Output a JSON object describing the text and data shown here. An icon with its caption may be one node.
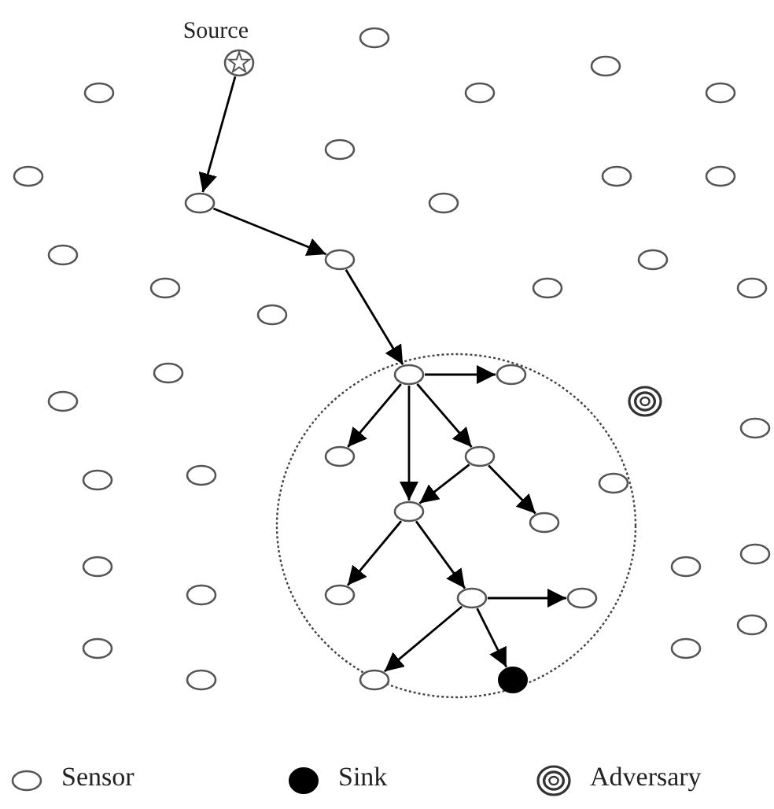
{
  "diagram": {
    "nodes": [
      {
        "text": [],
        "shape": "circle"
      },
      {
        "text": [],
        "shape": "star",
        "beside": [
          "Source"
        ]
      },
      {
        "text": [],
        "shape": "circle"
      },
      {
        "text": [],
        "shape": "circle"
      },
      {
        "text": [],
        "shape": "circle"
      },
      {
        "text": [],
        "shape": "circle"
      },
      {
        "text": [],
        "shape": "circle"
      },
      {
        "text": [],
        "shape": "circle"
      },
      {
        "text": [],
        "shape": "circle"
      },
      {
        "text": [],
        "shape": "circle"
      },
      {
        "text": [],
        "shape": "circle"
      },
      {
        "text": [],
        "shape": "circle"
      },
      {
        "text": [],
        "shape": "circle"
      },
      {
        "text": [],
        "shape": "circle"
      },
      {
        "text": [],
        "shape": "circle"
      },
      {
        "text": [],
        "shape": "circle"
      },
      {
        "text": [],
        "shape": "circle"
      },
      {
        "text": [],
        "shape": "circle"
      },
      {
        "text": [],
        "shape": "circle"
      },
      {
        "text": [],
        "shape": "circle"
      },
      {
        "text": [],
        "shape": "circle"
      },
      {
        "text": [],
        "shape": "circle"
      },
      {
        "text": [],
        "shape": "circle"
      },
      {
        "text": [],
        "shape": "ring"
      },
      {
        "text": [],
        "shape": "circle"
      },
      {
        "text": [],
        "shape": "circle"
      },
      {
        "text": [],
        "shape": "circle"
      },
      {
        "text": [],
        "shape": "circle"
      },
      {
        "text": [],
        "shape": "circle"
      },
      {
        "text": [],
        "shape": "circle"
      },
      {
        "text": [],
        "shape": "circle"
      },
      {
        "text": [],
        "shape": "circle"
      },
      {
        "text": [],
        "shape": "circle"
      },
      {
        "text": [],
        "shape": "circle"
      },
      {
        "text": [],
        "shape": "circle"
      },
      {
        "text": [],
        "shape": "circle"
      },
      {
        "text": [],
        "shape": "circle"
      },
      {
        "text": [],
        "shape": "circle"
      },
      {
        "text": [],
        "shape": "circle"
      },
      {
        "text": [],
        "shape": "circle"
      },
      {
        "text": [],
        "shape": "circle"
      },
      {
        "text": [],
        "shape": "circle"
      },
      {
        "text": [],
        "shape": "circle"
      },
      {
        "text": [],
        "shape": "dot"
      },
      {
        "text": [],
        "shape": "circle"
      }
    ],
    "edges": [
      {
        "from": 1,
        "to": 10,
        "arrow": "to"
      },
      {
        "from": 10,
        "to": 13,
        "arrow": "to"
      },
      {
        "from": 13,
        "to": 20,
        "arrow": "to"
      },
      {
        "from": 20,
        "to": 21,
        "arrow": "to"
      },
      {
        "from": 20,
        "to": 25,
        "arrow": "to"
      },
      {
        "from": 20,
        "to": 30,
        "arrow": "to"
      },
      {
        "from": 20,
        "to": 26,
        "arrow": "to"
      },
      {
        "from": 26,
        "to": 30,
        "arrow": "to"
      },
      {
        "from": 26,
        "to": 31,
        "arrow": "to"
      },
      {
        "from": 30,
        "to": 35,
        "arrow": "to"
      },
      {
        "from": 30,
        "to": 37,
        "arrow": "to"
      },
      {
        "from": 37,
        "to": 38,
        "arrow": "to"
      },
      {
        "from": 37,
        "to": 42,
        "arrow": "to"
      },
      {
        "from": 37,
        "to": 43,
        "arrow": "to"
      }
    ],
    "legend": [
      {
        "text": "Sensor"
      },
      {
        "text": "Sink"
      },
      {
        "text": "Adversary"
      }
    ]
  }
}
